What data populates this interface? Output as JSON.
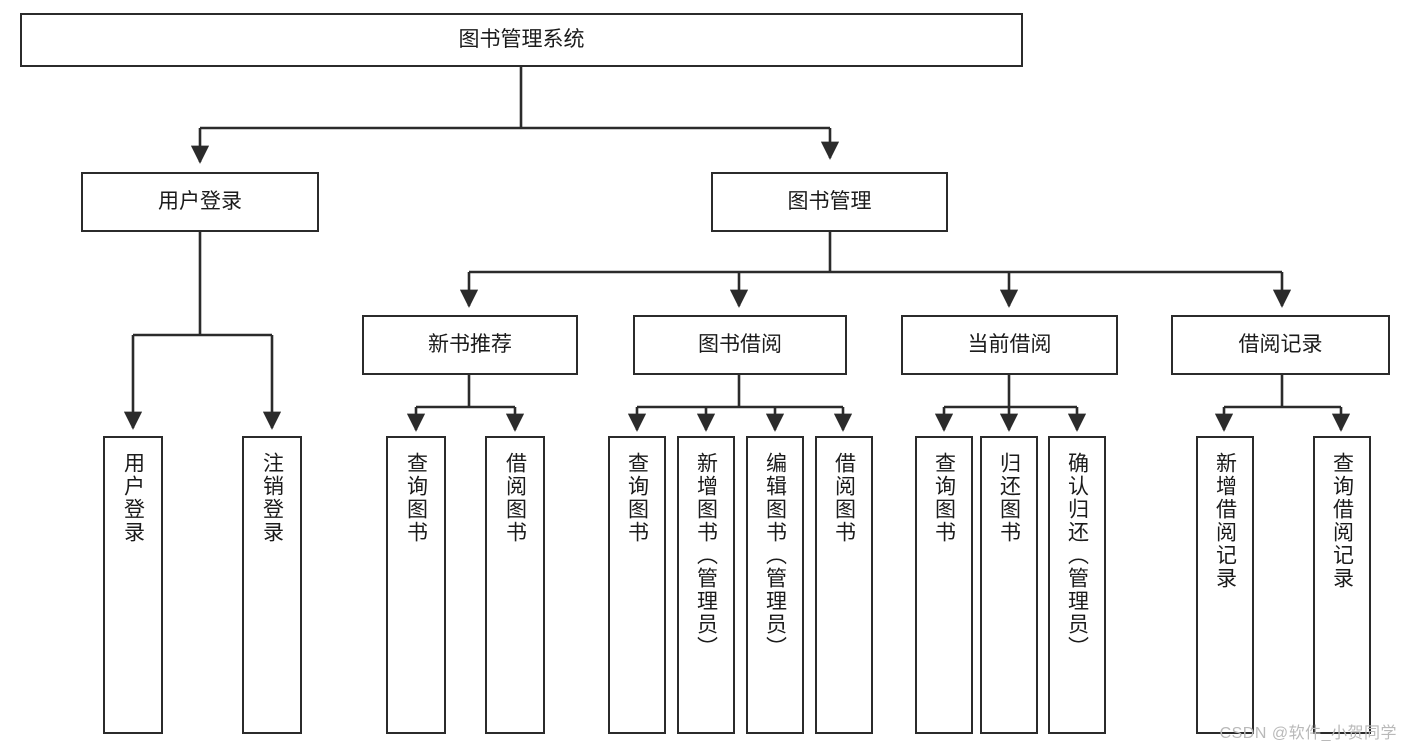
{
  "diagram": {
    "title": "图书管理系统",
    "root": {
      "label": "图书管理系统"
    },
    "level1": [
      {
        "label": "用户登录"
      },
      {
        "label": "图书管理"
      }
    ],
    "level2": [
      {
        "label": "新书推荐"
      },
      {
        "label": "图书借阅"
      },
      {
        "label": "当前借阅"
      },
      {
        "label": "借阅记录"
      }
    ],
    "leaves": {
      "user_login": [
        {
          "label": "用户登录"
        },
        {
          "label": "注销登录"
        }
      ],
      "new_book": [
        {
          "label": "查询图书"
        },
        {
          "label": "借阅图书"
        }
      ],
      "book_borrow": [
        {
          "label": "查询图书"
        },
        {
          "label": "新增图书（管理员）"
        },
        {
          "label": "编辑图书（管理员）"
        },
        {
          "label": "借阅图书"
        }
      ],
      "current_borrow": [
        {
          "label": "查询图书"
        },
        {
          "label": "归还图书"
        },
        {
          "label": "确认归还（管理员）"
        }
      ],
      "borrow_record": [
        {
          "label": "新增借阅记录"
        },
        {
          "label": "查询借阅记录"
        }
      ]
    }
  },
  "watermark": {
    "text": "CSDN @软件_小贺同学"
  },
  "colors": {
    "stroke": "#2b2b2b",
    "fill": "#ffffff",
    "text": "#1b1b1b",
    "watermark": "#b9b9b9"
  }
}
